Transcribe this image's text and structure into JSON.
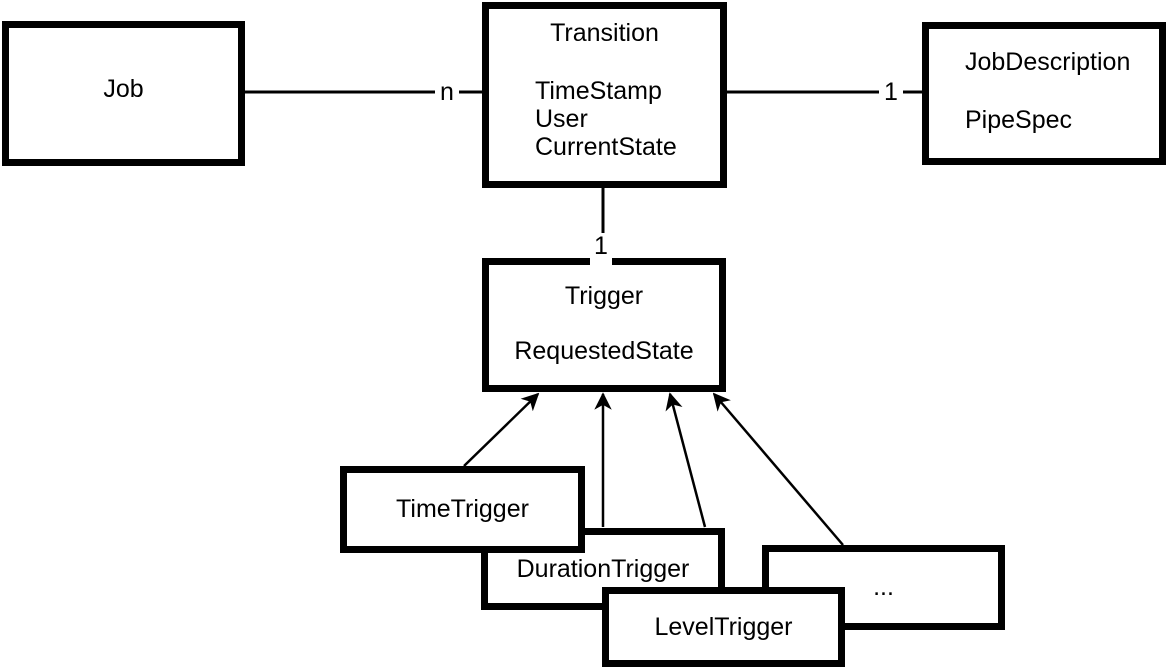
{
  "diagram": {
    "nodes": {
      "job": {
        "title": "Job"
      },
      "transition": {
        "title": "Transition",
        "attributes": [
          "TimeStamp",
          "User",
          "CurrentState"
        ]
      },
      "job_description": {
        "title": "JobDescription",
        "attributes": [
          "PipeSpec"
        ]
      },
      "trigger": {
        "title": "Trigger",
        "attributes": [
          "RequestedState"
        ]
      },
      "time_trigger": {
        "title": "TimeTrigger"
      },
      "duration_trigger": {
        "title": "DurationTrigger"
      },
      "level_trigger": {
        "title": "LevelTrigger"
      },
      "more_triggers": {
        "title": "..."
      }
    },
    "multiplicities": {
      "job_transition": "n",
      "transition_job_description": "1",
      "transition_trigger": "1"
    },
    "colors": {
      "background": "#ffffff",
      "box_fill": "#ffffff",
      "box_border": "#000000",
      "line": "#000000",
      "text": "#000000"
    }
  }
}
